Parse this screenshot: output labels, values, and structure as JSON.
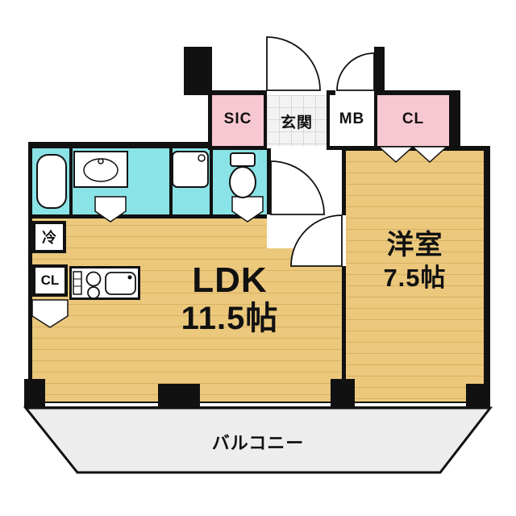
{
  "meta": {
    "kind": "real-estate floor plan"
  },
  "colors": {
    "wall": "#111111",
    "wood_floor": "#ebc87c",
    "wood_line": "#d7b164",
    "wet_area_cyan": "#8ae3e6",
    "closet_pink": "#f8c8d2",
    "balcony_gray": "#ededed",
    "entrance_tile": "#f3f3f3"
  },
  "rooms": {
    "sic": {
      "label": "SIC"
    },
    "genkan": {
      "label": "玄関"
    },
    "mb": {
      "label": "MB"
    },
    "cl_top": {
      "label": "CL"
    },
    "ldk": {
      "name": "LDK",
      "size": "11.5帖"
    },
    "western": {
      "name": "洋室",
      "size": "7.5帖"
    },
    "balcony": {
      "label": "バルコニー"
    },
    "fridge": {
      "label": "冷"
    },
    "cl_left": {
      "label": "CL"
    }
  },
  "fixtures": {
    "bathtub": "bathtub-icon",
    "washstand": "washbasin-icon",
    "laundry_pan": "washing-machine-pan-icon",
    "toilet": "toilet-icon",
    "stove": "stove-burners-icon",
    "kitchen_sink": "kitchen-sink-icon",
    "doors": "door-swing-arc-icon"
  }
}
